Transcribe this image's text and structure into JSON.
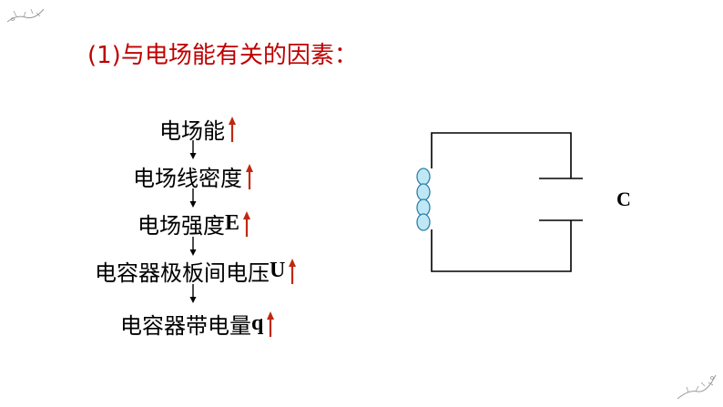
{
  "heading": "(1)与电场能有关的因素：",
  "chain": [
    {
      "text": "电场能",
      "symbol": ""
    },
    {
      "text": "电场线密度",
      "symbol": ""
    },
    {
      "text": "电场强度",
      "symbol": "E"
    },
    {
      "text": "电容器极板间电压",
      "symbol": "U"
    },
    {
      "text": "电容器带电量",
      "symbol": "q"
    }
  ],
  "circuit": {
    "capacitor_label": "C"
  },
  "colors": {
    "heading": "#c00000",
    "increase_arrow": "#c0280f",
    "wire": "#000000",
    "coil_fill": "#bfe8f6",
    "coil_stroke": "#2f7fa8"
  },
  "icons": [
    "up-arrow-icon",
    "down-arrow-icon",
    "inductor-coil-icon",
    "capacitor-icon",
    "branch-decoration-icon"
  ]
}
